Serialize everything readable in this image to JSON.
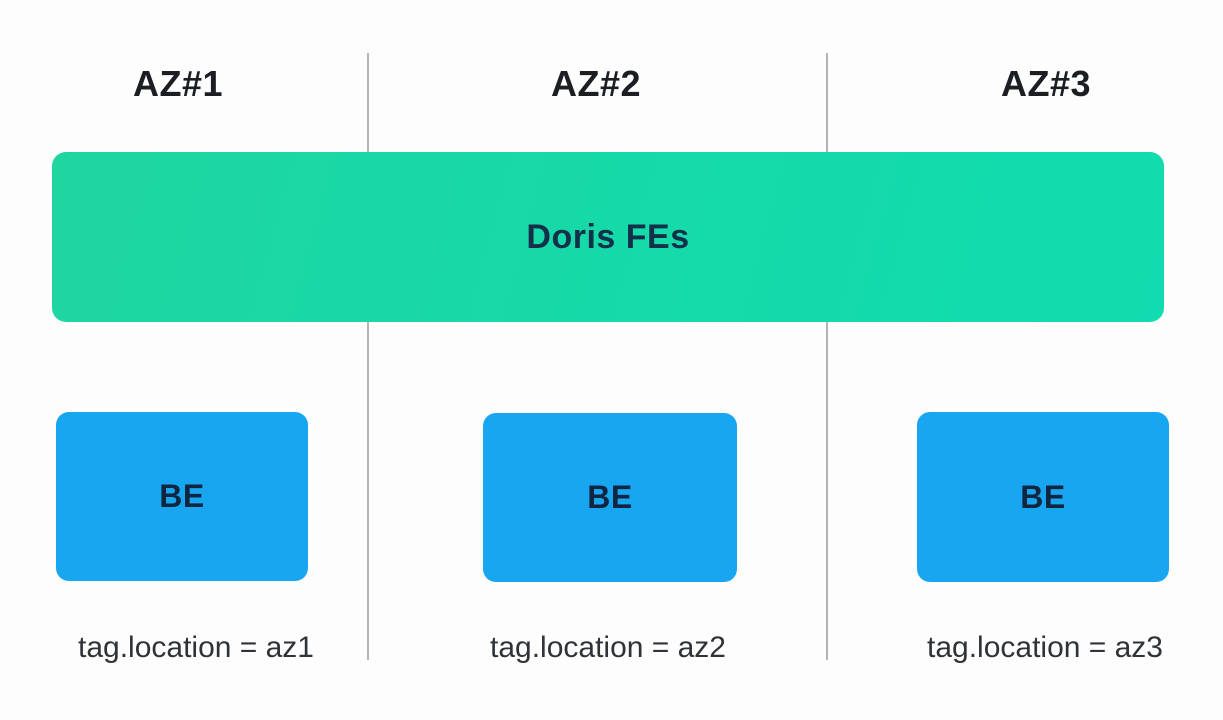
{
  "fe_bar": {
    "label": "Doris FEs"
  },
  "zones": [
    {
      "label": "AZ#1",
      "be_label": "BE",
      "tag": "tag.location = az1"
    },
    {
      "label": "AZ#2",
      "be_label": "BE",
      "tag": "tag.location = az2"
    },
    {
      "label": "AZ#3",
      "be_label": "BE",
      "tag": "tag.location = az3"
    }
  ],
  "colors": {
    "fe_green": "#17d9a8",
    "be_blue": "#18a6f1",
    "divider_gray": "#b4b4b8",
    "node_text_navy": "#13304b",
    "header_text": "#1b1e22",
    "tag_text": "#2f3338",
    "background": "#fdfdfd"
  }
}
